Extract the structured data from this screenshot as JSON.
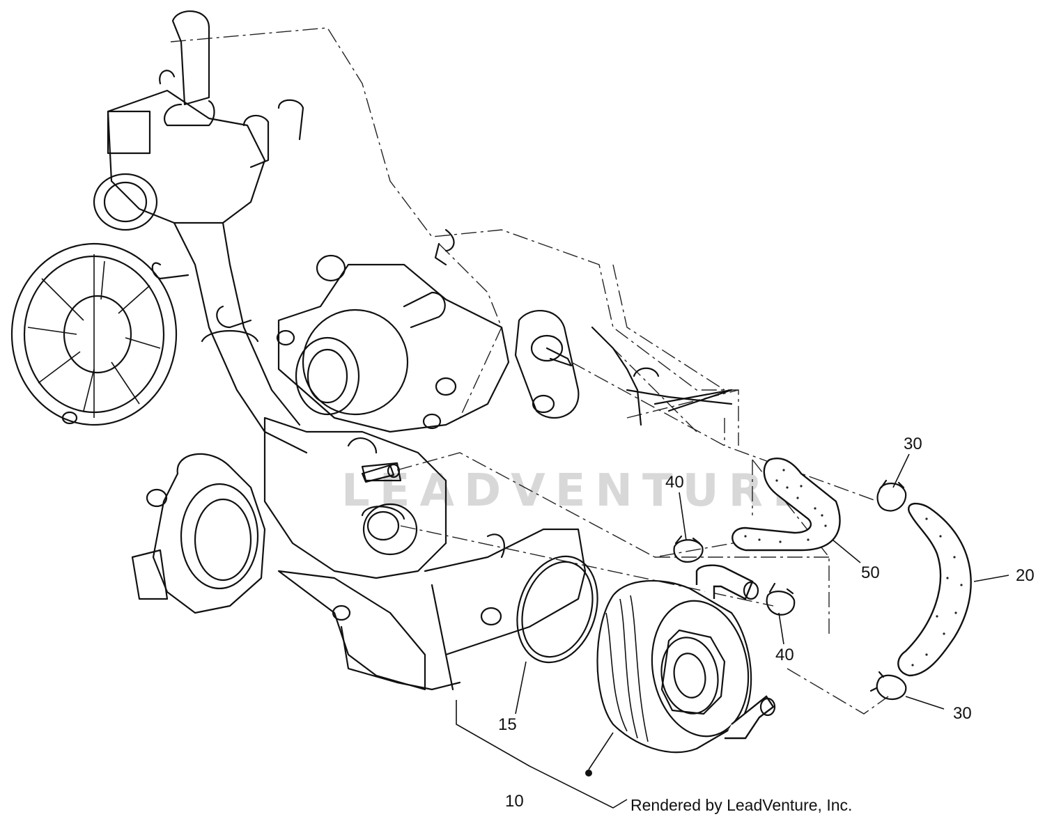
{
  "diagram": {
    "callouts": [
      {
        "id": "c10",
        "label": "10"
      },
      {
        "id": "c15",
        "label": "15"
      },
      {
        "id": "c20",
        "label": "20"
      },
      {
        "id": "c30a",
        "label": "30"
      },
      {
        "id": "c30b",
        "label": "30"
      },
      {
        "id": "c40a",
        "label": "40"
      },
      {
        "id": "c40b",
        "label": "40"
      },
      {
        "id": "c50",
        "label": "50"
      }
    ],
    "watermark": "LEADVENTURE",
    "credit": "Rendered by LeadVenture, Inc."
  }
}
